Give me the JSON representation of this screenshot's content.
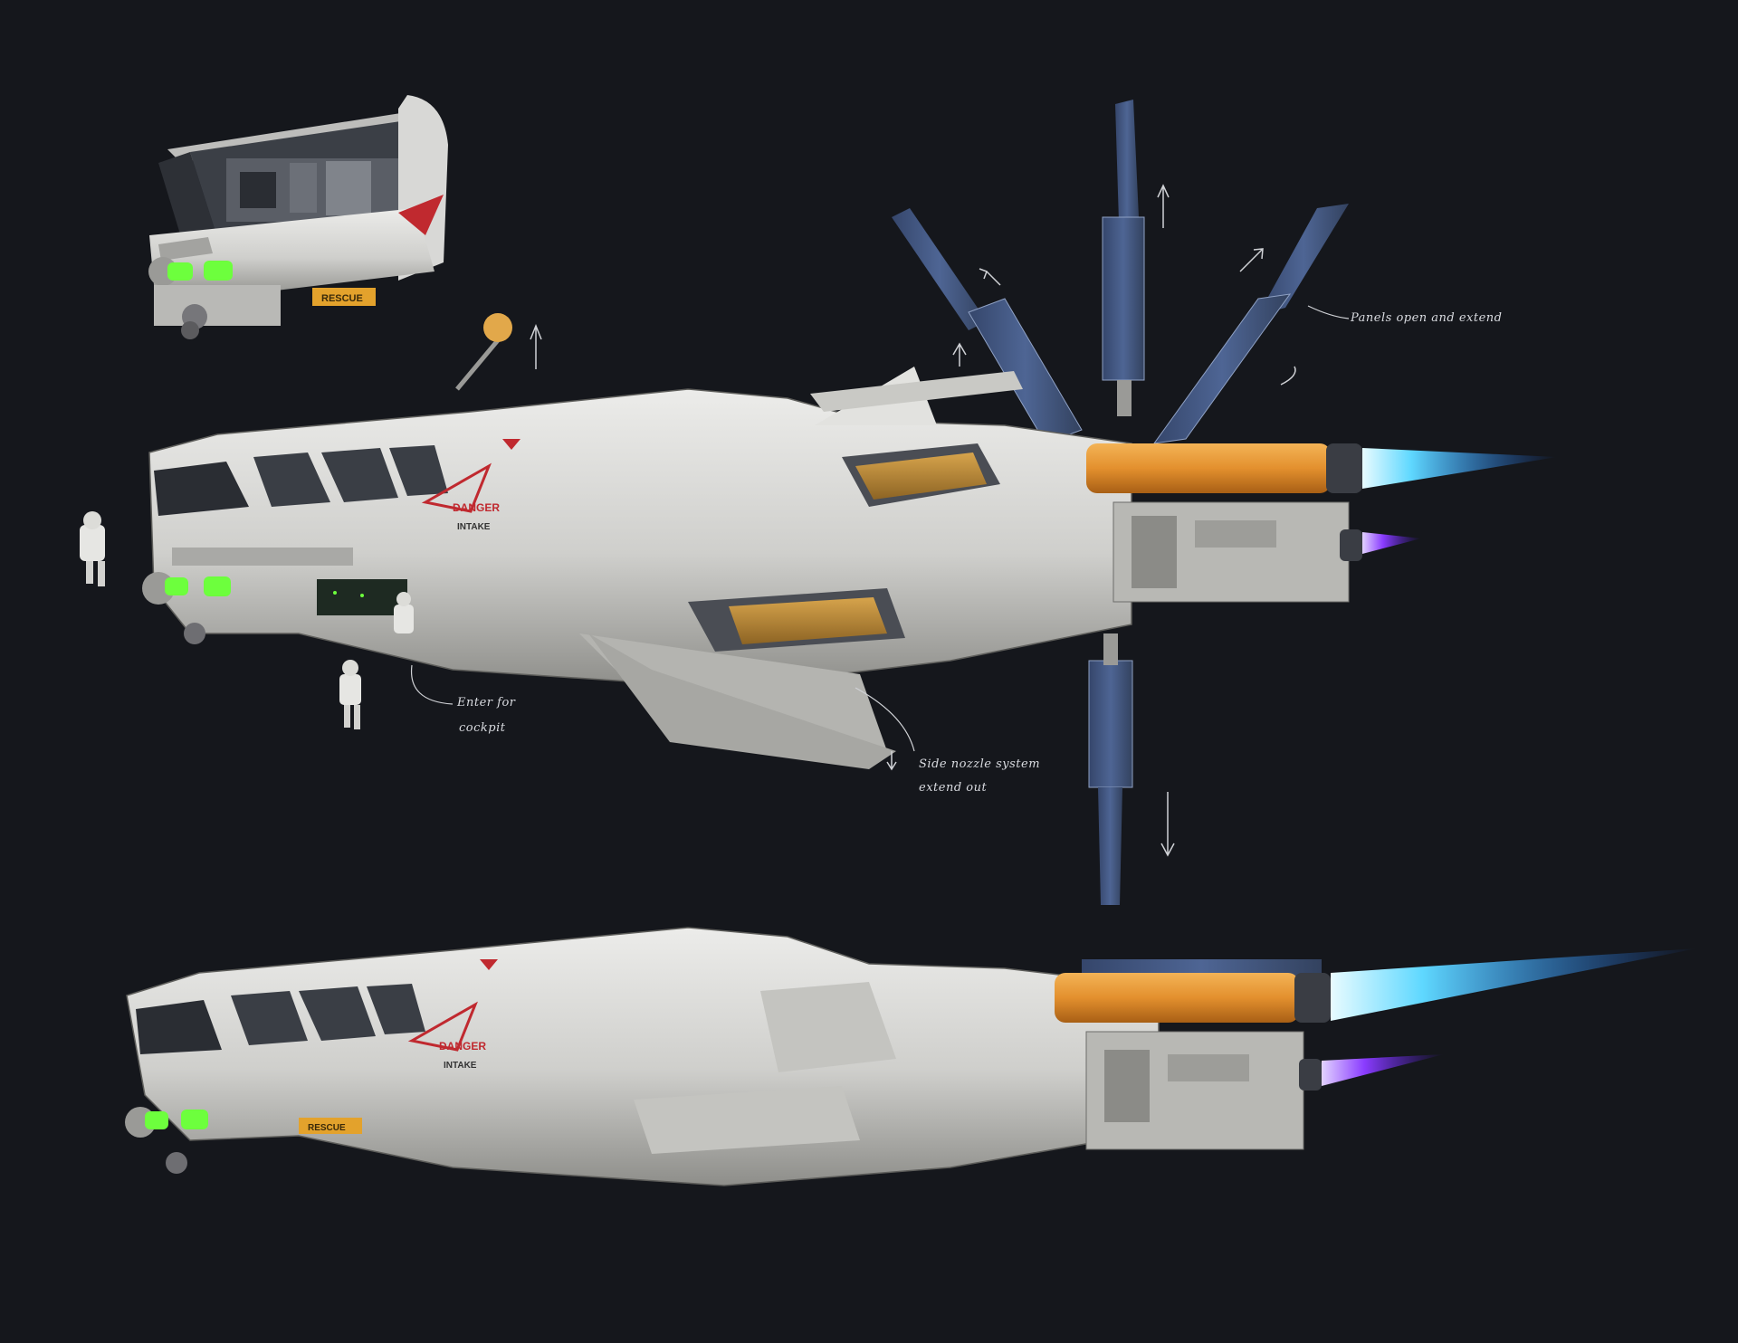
{
  "annotations": {
    "panels": "Panels open and extend",
    "cockpit_line1": "Enter for",
    "cockpit_line2": "cockpit",
    "nozzle_line1": "Side nozzle system",
    "nozzle_line2": "extend out"
  },
  "decals": {
    "danger": "DANGER",
    "intake": "INTAKE",
    "rescue": "RESCUE"
  },
  "colors": {
    "background": "#15171c",
    "hull": "#d6d6d3",
    "hull_shadow": "#8e8e8a",
    "orange": "#e3902e",
    "accent_red": "#c0292f",
    "thruster_blue": "#2aa9ff",
    "thruster_purple": "#8a3cff",
    "solar_panel": "#3f5580",
    "pod_gold": "#b98a38"
  }
}
